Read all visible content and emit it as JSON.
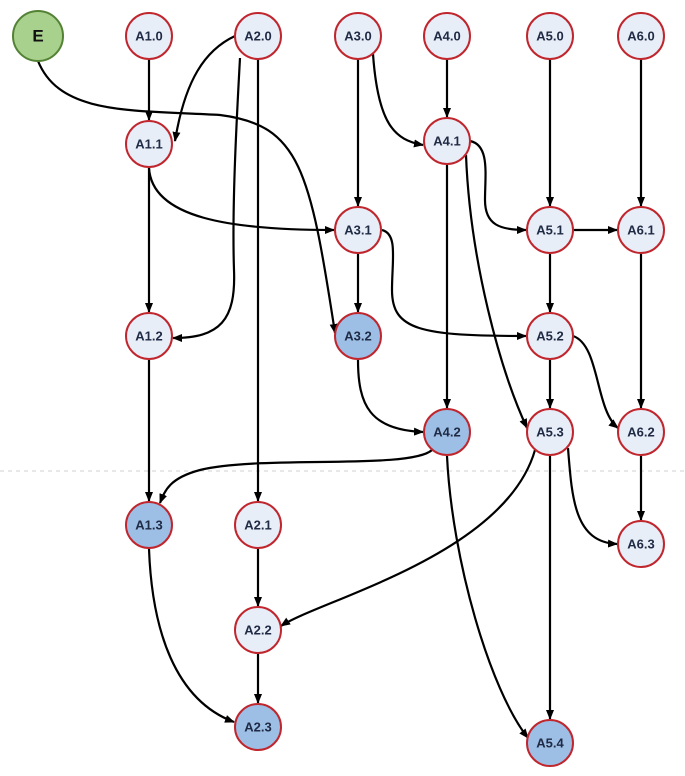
{
  "colors": {
    "node_fill_default": "#e8eef8",
    "node_fill_highlight": "#9dbfe6",
    "node_fill_start": "#a9d18e",
    "node_stroke": "#c0262d",
    "node_stroke_start": "#548235",
    "edge": "#000000",
    "separator": "#d0d0d0"
  },
  "nodes": [
    {
      "id": "E",
      "label": "E",
      "style": "start"
    },
    {
      "id": "A1.0",
      "label": "A1.0",
      "style": "default"
    },
    {
      "id": "A2.0",
      "label": "A2.0",
      "style": "default"
    },
    {
      "id": "A3.0",
      "label": "A3.0",
      "style": "default"
    },
    {
      "id": "A4.0",
      "label": "A4.0",
      "style": "default"
    },
    {
      "id": "A5.0",
      "label": "A5.0",
      "style": "default"
    },
    {
      "id": "A6.0",
      "label": "A6.0",
      "style": "default"
    },
    {
      "id": "A1.1",
      "label": "A1.1",
      "style": "default"
    },
    {
      "id": "A4.1",
      "label": "A4.1",
      "style": "default"
    },
    {
      "id": "A3.1",
      "label": "A3.1",
      "style": "default"
    },
    {
      "id": "A5.1",
      "label": "A5.1",
      "style": "default"
    },
    {
      "id": "A6.1",
      "label": "A6.1",
      "style": "default"
    },
    {
      "id": "A1.2",
      "label": "A1.2",
      "style": "default"
    },
    {
      "id": "A3.2",
      "label": "A3.2",
      "style": "highlight"
    },
    {
      "id": "A5.2",
      "label": "A5.2",
      "style": "default"
    },
    {
      "id": "A4.2",
      "label": "A4.2",
      "style": "highlight"
    },
    {
      "id": "A5.3",
      "label": "A5.3",
      "style": "default"
    },
    {
      "id": "A6.2",
      "label": "A6.2",
      "style": "default"
    },
    {
      "id": "A1.3",
      "label": "A1.3",
      "style": "highlight"
    },
    {
      "id": "A2.1",
      "label": "A2.1",
      "style": "default"
    },
    {
      "id": "A6.3",
      "label": "A6.3",
      "style": "default"
    },
    {
      "id": "A2.2",
      "label": "A2.2",
      "style": "default"
    },
    {
      "id": "A2.3",
      "label": "A2.3",
      "style": "highlight"
    },
    {
      "id": "A5.4",
      "label": "A5.4",
      "style": "highlight"
    }
  ],
  "edges": [
    {
      "from": "A1.0",
      "to": "A1.1"
    },
    {
      "from": "A2.0",
      "to": "A1.1"
    },
    {
      "from": "E",
      "to": "A3.2"
    },
    {
      "from": "A2.0",
      "to": "A1.2"
    },
    {
      "from": "A2.0",
      "to": "A2.1"
    },
    {
      "from": "A3.0",
      "to": "A3.1"
    },
    {
      "from": "A3.0",
      "to": "A4.1"
    },
    {
      "from": "A4.0",
      "to": "A4.1"
    },
    {
      "from": "A5.0",
      "to": "A5.1"
    },
    {
      "from": "A6.0",
      "to": "A6.1"
    },
    {
      "from": "A1.1",
      "to": "A3.1"
    },
    {
      "from": "A1.1",
      "to": "A1.2"
    },
    {
      "from": "A4.1",
      "to": "A5.1"
    },
    {
      "from": "A4.1",
      "to": "A4.2"
    },
    {
      "from": "A4.1",
      "to": "A5.3"
    },
    {
      "from": "A5.1",
      "to": "A6.1"
    },
    {
      "from": "A5.1",
      "to": "A5.2"
    },
    {
      "from": "A3.1",
      "to": "A3.2"
    },
    {
      "from": "A3.1",
      "to": "A5.2"
    },
    {
      "from": "A6.1",
      "to": "A6.2"
    },
    {
      "from": "A1.2",
      "to": "A1.3"
    },
    {
      "from": "A3.2",
      "to": "A4.2"
    },
    {
      "from": "A5.2",
      "to": "A5.3"
    },
    {
      "from": "A5.2",
      "to": "A6.2"
    },
    {
      "from": "A4.2",
      "to": "A1.3"
    },
    {
      "from": "A4.2",
      "to": "A5.4"
    },
    {
      "from": "A5.3",
      "to": "A2.2"
    },
    {
      "from": "A5.3",
      "to": "A5.4"
    },
    {
      "from": "A5.3",
      "to": "A6.3"
    },
    {
      "from": "A6.2",
      "to": "A6.3"
    },
    {
      "from": "A2.1",
      "to": "A2.2"
    },
    {
      "from": "A2.2",
      "to": "A2.3"
    },
    {
      "from": "A1.3",
      "to": "A2.3"
    }
  ]
}
